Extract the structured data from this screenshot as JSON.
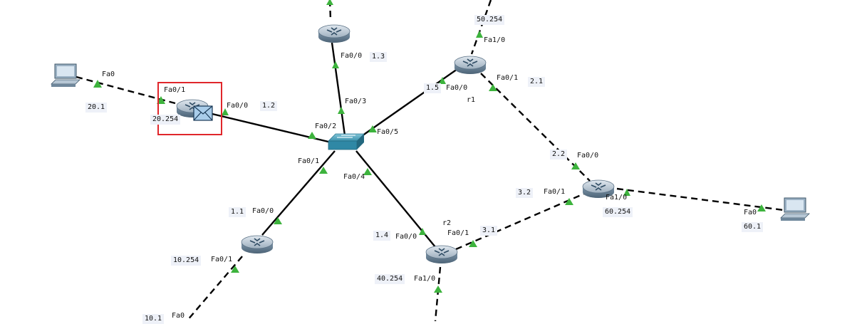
{
  "devices": [
    {
      "id": "router-top",
      "kind": "router"
    },
    {
      "id": "router-r1",
      "kind": "router",
      "name": "r1"
    },
    {
      "id": "router-left-selected",
      "kind": "router",
      "selected": true,
      "envelope": true
    },
    {
      "id": "switch-center",
      "kind": "switch"
    },
    {
      "id": "router-bottom-left",
      "kind": "router"
    },
    {
      "id": "router-r2",
      "kind": "router",
      "name": "r2"
    },
    {
      "id": "router-right",
      "kind": "router"
    },
    {
      "id": "pc-left",
      "kind": "pc"
    },
    {
      "id": "pc-right",
      "kind": "pc"
    }
  ],
  "ports": {
    "pc_left_fa0": "Fa0",
    "left_router_fa01": "Fa0/1",
    "left_router_fa00": "Fa0/0",
    "switch_fa02": "Fa0/2",
    "switch_fa03": "Fa0/3",
    "switch_fa05": "Fa0/5",
    "switch_fa01": "Fa0/1",
    "switch_fa04": "Fa0/4",
    "top_router_fa00": "Fa0/0",
    "r1_fa00": "Fa0/0",
    "r1_fa10": "Fa1/0",
    "r1_fa01": "Fa0/1",
    "right_router_fa00": "Fa0/0",
    "right_router_fa01": "Fa0/1",
    "right_router_fa10": "Fa1/0",
    "pc_right_fa0": "Fa0",
    "bl_router_fa00": "Fa0/0",
    "bl_router_fa01": "Fa0/1",
    "bl_remote_fa0": "Fa0",
    "r2_fa00": "Fa0/0",
    "r2_fa01": "Fa0/1",
    "r2_fa10": "Fa1/0"
  },
  "ips": {
    "pc_left": "20.1",
    "left_router_lan": "20.254",
    "left_router_wan": "1.2",
    "top_router": "1.3",
    "r1_top": "50.254",
    "r1_sw": "1.5",
    "r1_down": "2.1",
    "right_router_up": "2.2",
    "right_router_left": "3.2",
    "right_router_lan": "60.254",
    "pc_right": "60.1",
    "bl_router_up": "1.1",
    "bl_router_lan": "10.254",
    "bl_remote": "10.1",
    "r2_sw": "1.4",
    "r2_right": "3.1",
    "r2_lan": "40.254"
  },
  "names": {
    "r1": "r1",
    "r2": "r2"
  },
  "colors": {
    "link": "#000000",
    "port_up": "#3db33d",
    "selection": "#e0262b"
  }
}
